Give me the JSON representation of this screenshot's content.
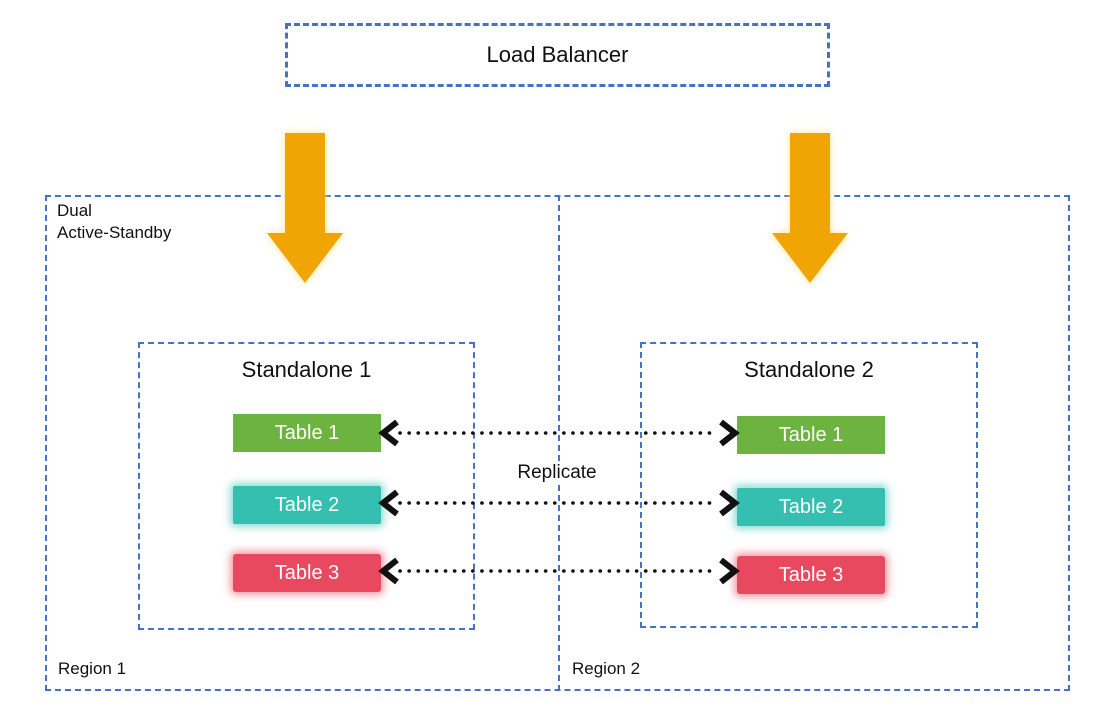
{
  "diagram": {
    "load_balancer": {
      "label": "Load Balancer"
    },
    "container": {
      "label_line1": "Dual",
      "label_line2": "Active-Standby",
      "regions": [
        {
          "label": "Region 1"
        },
        {
          "label": "Region 2"
        }
      ],
      "standalones": [
        {
          "title": "Standalone 1",
          "tables": [
            {
              "label": "Table 1"
            },
            {
              "label": "Table 2"
            },
            {
              "label": "Table 3"
            }
          ]
        },
        {
          "title": "Standalone 2",
          "tables": [
            {
              "label": "Table 1"
            },
            {
              "label": "Table 2"
            },
            {
              "label": "Table 3"
            }
          ]
        }
      ]
    },
    "replication": {
      "label": "Replicate"
    },
    "icons": {
      "down_arrow": "down-arrow-icon",
      "replicate_arrow": "double-headed-dotted-arrow-icon"
    },
    "colors": {
      "border_blue": "#4472C4",
      "arrow_orange": "#F0A505",
      "table1_green": "#6DB33F",
      "table2_teal": "#35BFB0",
      "table3_red": "#E8495F",
      "connector_black": "#111111"
    }
  }
}
